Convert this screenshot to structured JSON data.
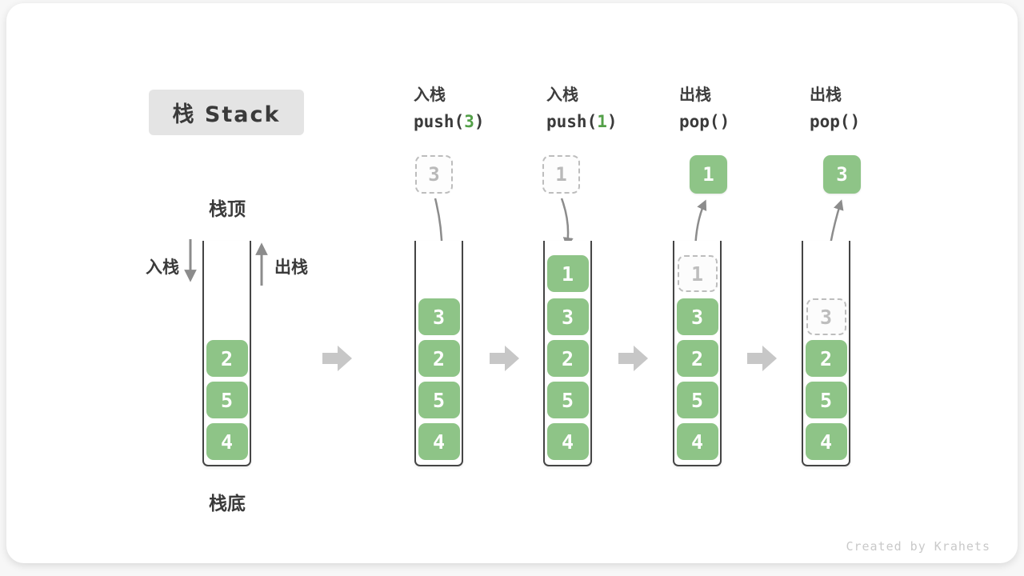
{
  "header": {
    "title": "栈 Stack"
  },
  "legend": {
    "stack_top": "栈顶",
    "stack_bottom": "栈底",
    "push_side": "入栈",
    "pop_side": "出栈"
  },
  "steps": [
    {
      "label": "入栈",
      "code_pre": "push(",
      "code_arg": "3",
      "code_post": ")",
      "floating_value": "3",
      "floating_style": "ghost"
    },
    {
      "label": "入栈",
      "code_pre": "push(",
      "code_arg": "1",
      "code_post": ")",
      "floating_value": "1",
      "floating_style": "ghost"
    },
    {
      "label": "出栈",
      "code_pre": "pop(",
      "code_arg": "",
      "code_post": ")",
      "floating_value": "1",
      "floating_style": "solid"
    },
    {
      "label": "出栈",
      "code_pre": "pop(",
      "code_arg": "",
      "code_post": ")",
      "floating_value": "3",
      "floating_style": "solid"
    }
  ],
  "stacks": [
    {
      "name": "initial",
      "blocks": [
        {
          "value": "2"
        },
        {
          "value": "5"
        },
        {
          "value": "4"
        }
      ]
    },
    {
      "name": "after-push-3",
      "blocks": [
        {
          "value": "3"
        },
        {
          "value": "2"
        },
        {
          "value": "5"
        },
        {
          "value": "4"
        }
      ]
    },
    {
      "name": "after-push-1",
      "blocks": [
        {
          "value": "1"
        },
        {
          "value": "3"
        },
        {
          "value": "2"
        },
        {
          "value": "5"
        },
        {
          "value": "4"
        }
      ]
    },
    {
      "name": "after-pop-1",
      "ghost": "1",
      "blocks": [
        {
          "value": "3"
        },
        {
          "value": "2"
        },
        {
          "value": "5"
        },
        {
          "value": "4"
        }
      ]
    },
    {
      "name": "after-pop-3",
      "ghost": "3",
      "blocks": [
        {
          "value": "2"
        },
        {
          "value": "5"
        },
        {
          "value": "4"
        }
      ]
    }
  ],
  "credit": "Created by Krahets",
  "colors": {
    "block_green": "#8EC487",
    "code_arg_green": "#53A048",
    "thin_arrow_gray": "#8C8C8C",
    "transition_arrow_gray": "#C7C7C7",
    "ghost_gray": "#BDBDBD",
    "title_bg": "#E4E4E4",
    "text_dark": "#3D3D3D",
    "credit_gray": "#C9C9C9"
  }
}
